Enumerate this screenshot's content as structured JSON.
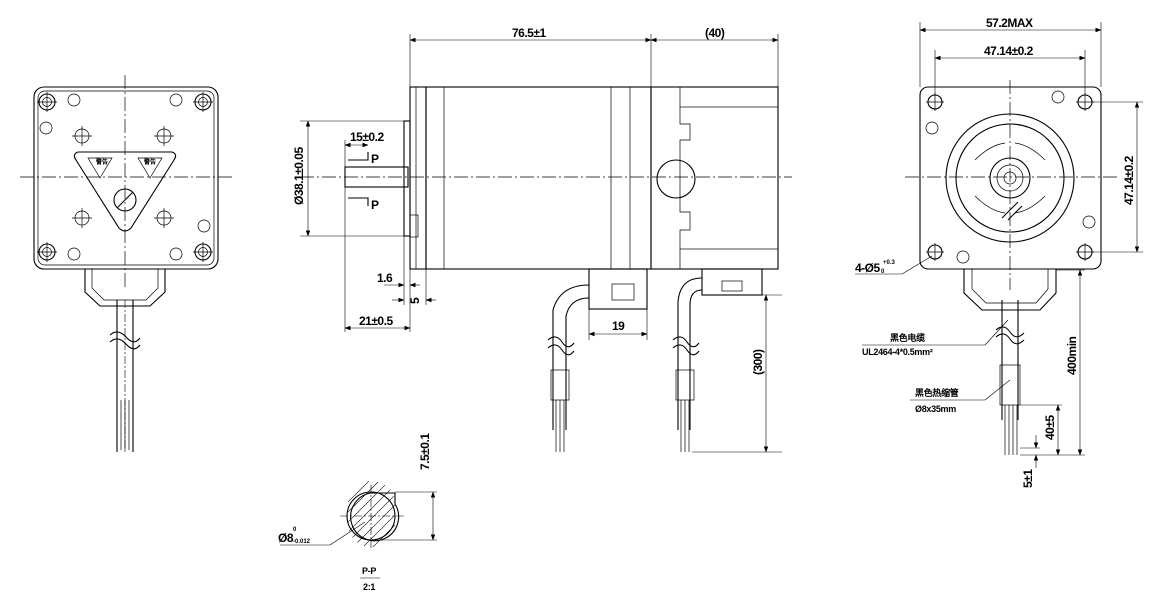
{
  "dimensions": {
    "body_length": "76.5±1",
    "encoder_length": "(40)",
    "overall_width": "57.2MAX",
    "bolt_spacing_top": "47.14±0.2",
    "bolt_spacing_side": "47.14±0.2",
    "pilot_diameter": "Ø38.1±0.05",
    "shaft_flat_length": "15±0.2",
    "flange_thickness": "1.6",
    "boss_height": "5",
    "shaft_length": "21±0.5",
    "connector_width": "19",
    "cable_length_side": "(300)",
    "cable_length_rear": "400min",
    "wire_strip_length": "40±5",
    "wire_tip_length": "5±1",
    "hole_spec_main": "4-Ø5",
    "hole_spec_tol": "+0.3",
    "hole_spec_tol_low": "0",
    "section_flat": "7.5±0.1",
    "section_diameter": "Ø8",
    "section_tol_upper": "0",
    "section_tol_lower": "-0.012"
  },
  "labels": {
    "section_marker_top": "P",
    "section_marker_bottom": "P",
    "section_title": "P-P",
    "section_scale": "2:1",
    "cable_color": "黑色电缆",
    "cable_spec": "UL2464-4*0.5mm²",
    "sleeve_color": "黑色热缩管",
    "sleeve_spec": "Ø8x35mm"
  }
}
